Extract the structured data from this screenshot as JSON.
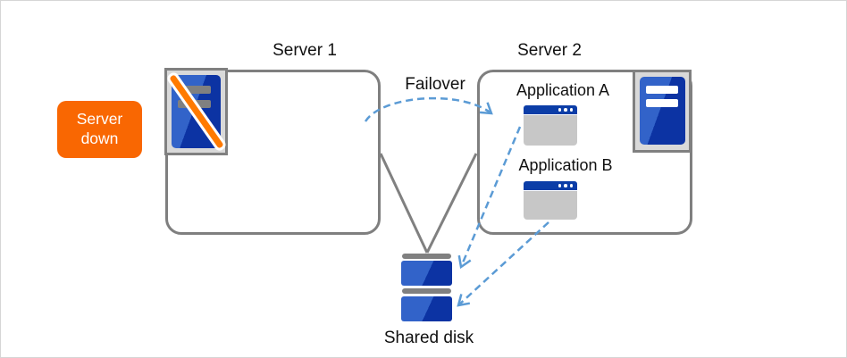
{
  "diagram": {
    "badge": {
      "label": "Server down"
    },
    "server1": {
      "label": "Server 1"
    },
    "server2": {
      "label": "Server 2"
    },
    "failover_label": "Failover",
    "applications": [
      {
        "label": "Application A"
      },
      {
        "label": "Application B"
      }
    ],
    "shared_disk_label": "Shared disk"
  },
  "icons": {
    "server1": "server-down-icon",
    "server2": "server-up-icon",
    "applications": "app-window-icon",
    "shared_disk": "disk-stack-icon",
    "failover": "dashed-arrow-icon"
  },
  "colors": {
    "accent-orange": "#F96702",
    "slash-orange": "#FF7A00",
    "server-blue-light": "#3263C9",
    "server-blue-dark": "#0C33A3",
    "app-titlebar-blue": "#0B3DA7",
    "app-body-gray": "#C7C7C7",
    "arrow-blue": "#5B9BD5",
    "line-gray": "#808080",
    "box-border-gray": "#7F7F7F",
    "icon-bg-gray": "#D9D9D9"
  }
}
